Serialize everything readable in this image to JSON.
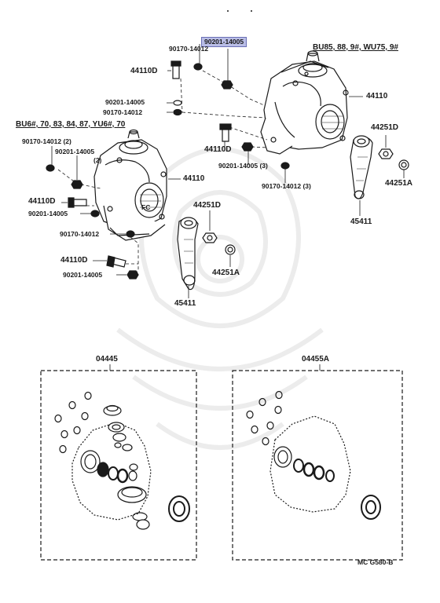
{
  "diagram": {
    "highlighted_part": "90201-14005",
    "group_headers": {
      "right": "BU85, 88, 9#, WU75, 9#",
      "left": "BU6#, 70, 83, 84, 87, YU6#, 70"
    },
    "labels": {
      "r_90170_top": "90170-14012",
      "r_44110D_top": "44110D",
      "r_90201_a": "90201-14005",
      "r_90170_a": "90170-14012",
      "r_44110_gear": "44110",
      "r_44110D_mid": "44110D",
      "r_90201_3": "90201-14005 (3)",
      "r_90170_3": "90170-14012 (3)",
      "r_44251D": "44251D",
      "r_44251A": "44251A",
      "r_45411": "45411",
      "l_90170_2": "90170-14012 (2)",
      "l_90201_2a": "90201-14005",
      "l_90201_2b": "(2)",
      "l_44110D_a": "44110D",
      "l_90201_b": "90201-14005",
      "l_44110_gear": "44110",
      "l_90170_c": "90170-14012",
      "l_44110D_b": "44110D",
      "l_90201_d": "90201-14005",
      "l_44251D": "44251D",
      "l_44251A": "44251A",
      "l_45411": "45411",
      "kit_left": "04445",
      "kit_right": "04455A",
      "gear_mark": "FC",
      "footer_code": "MC G580-B"
    }
  },
  "colors": {
    "highlight_fill": "#b9bde6",
    "highlight_border": "#6a6fb5",
    "ink": "#1a1a1a",
    "watermark": "#ececec"
  }
}
